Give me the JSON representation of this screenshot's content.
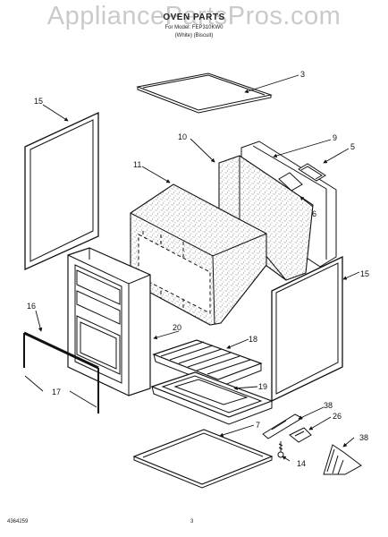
{
  "watermark": "AppliancePartsPros.com",
  "header": {
    "title": "OVEN PARTS",
    "subtitle": "For Model: FEP310KW0",
    "variant": "(White) (Biscuit)"
  },
  "callouts": {
    "c3": "3",
    "c15a": "15",
    "c10": "10",
    "c9": "9",
    "c5": "5",
    "c11": "11",
    "c6": "6",
    "c15b": "15",
    "c16": "16",
    "c20": "20",
    "c18": "18",
    "c17": "17",
    "c19": "19",
    "c38a": "38",
    "c7": "7",
    "c26": "26",
    "c38b": "38",
    "c14": "14"
  },
  "footer": {
    "doc_number": "4364259",
    "page": "3"
  }
}
